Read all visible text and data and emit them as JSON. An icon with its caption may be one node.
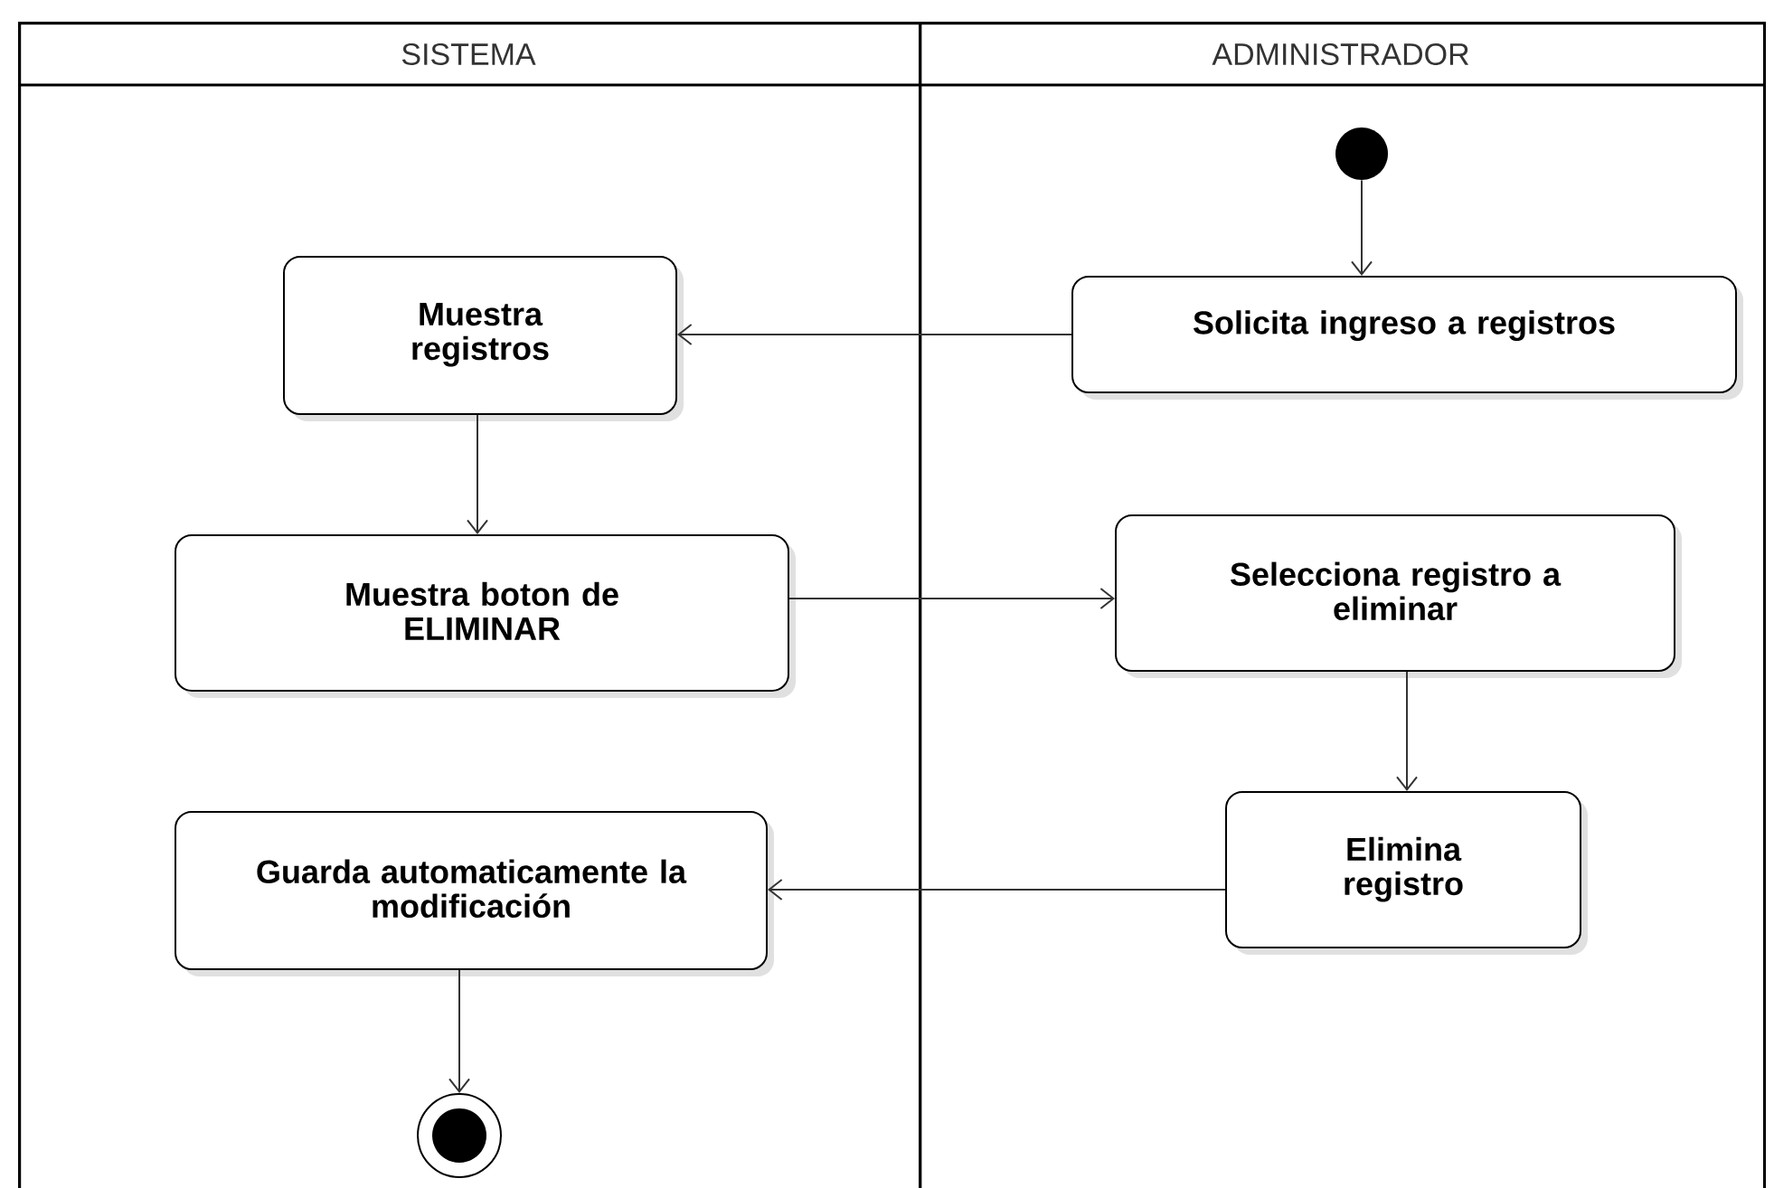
{
  "diagram": {
    "nodes": [
      {
        "text": [
          "SISTEMA"
        ]
      },
      {
        "text": [
          "ADMINISTRADOR"
        ]
      },
      {
        "text": [],
        "shape": "circle",
        "in": 1
      },
      {
        "text": [
          "Solicita ingreso a registros"
        ],
        "in": 1
      },
      {
        "text": [
          "Muestra registros"
        ],
        "in": 0
      },
      {
        "text": [
          "Muestra boton de ELIMINAR"
        ],
        "in": 0
      },
      {
        "text": [
          "Selecciona registro a eliminar"
        ],
        "in": 1
      },
      {
        "text": [
          "Elimina registro"
        ],
        "in": 1
      },
      {
        "text": [
          "Guarda automaticamente la modificación"
        ],
        "in": 0
      },
      {
        "text": [],
        "shape": "circle",
        "in": 0
      }
    ],
    "edges": [
      {
        "from": 2,
        "to": 3,
        "arrow": "to"
      },
      {
        "from": 3,
        "to": 4,
        "arrow": "to"
      },
      {
        "from": 4,
        "to": 5,
        "arrow": "to"
      },
      {
        "from": 5,
        "to": 6,
        "arrow": "to"
      },
      {
        "from": 6,
        "to": 7,
        "arrow": "to"
      },
      {
        "from": 7,
        "to": 8,
        "arrow": "to"
      },
      {
        "from": 8,
        "to": 9,
        "arrow": "to"
      }
    ]
  }
}
